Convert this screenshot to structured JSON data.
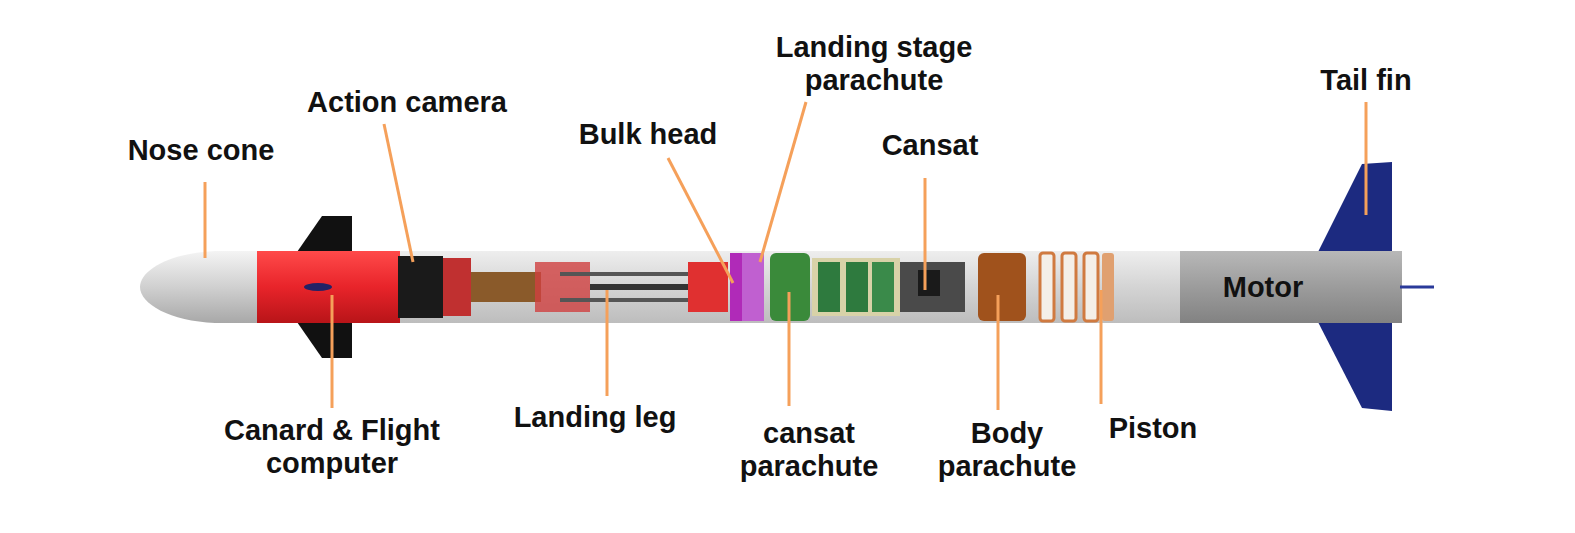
{
  "diagram": {
    "labels": [
      "Nose cone",
      "Action camera",
      "Bulk head",
      "Landing stage parachute",
      "Cansat",
      "Tail fin",
      "Motor",
      "Canard & Flight computer",
      "Landing leg",
      "cansat parachute",
      "Body parachute",
      "Piston"
    ]
  }
}
